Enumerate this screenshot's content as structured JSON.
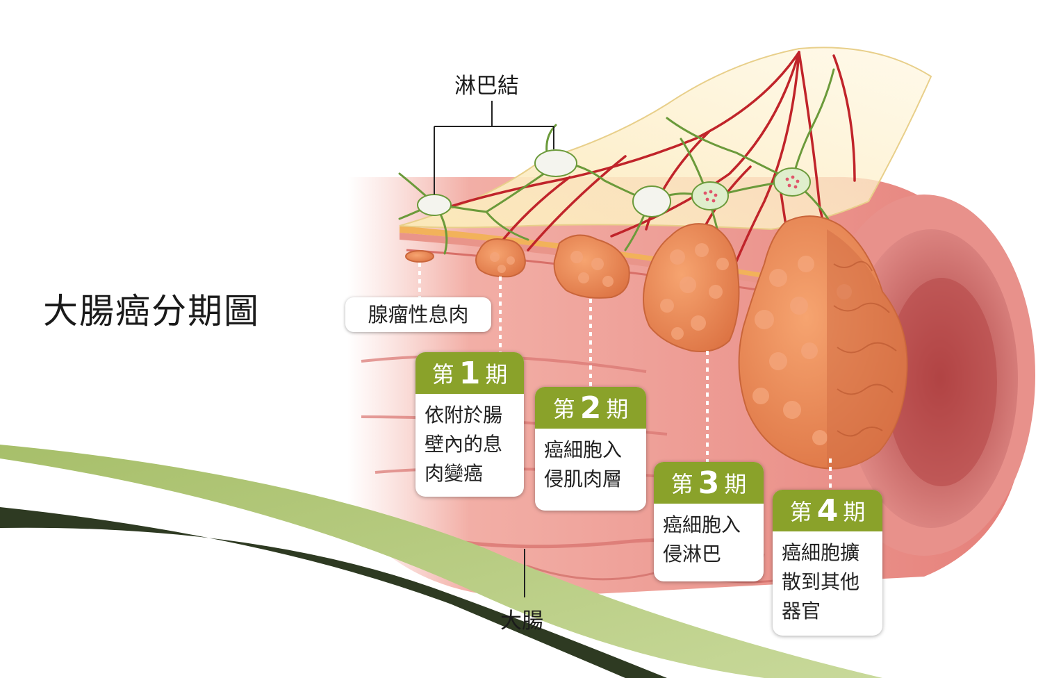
{
  "title": "大腸癌分期圖",
  "labels": {
    "lymph_node": "淋巴結",
    "polyp": "腺瘤性息肉",
    "colon": "大腸"
  },
  "stages": [
    {
      "prefix": "第",
      "number": "1",
      "suffix": "期",
      "lines": [
        "依附於腸",
        "壁內的息",
        "肉變癌"
      ]
    },
    {
      "prefix": "第",
      "number": "2",
      "suffix": "期",
      "lines": [
        "癌細胞入",
        "侵肌肉層"
      ]
    },
    {
      "prefix": "第",
      "number": "3",
      "suffix": "期",
      "lines": [
        "癌細胞入",
        "侵淋巴"
      ]
    },
    {
      "prefix": "第",
      "number": "4",
      "suffix": "期",
      "lines": [
        "癌細胞擴",
        "散到其他",
        "器官"
      ]
    }
  ],
  "colors": {
    "stage_header": "#8aa22a",
    "swoosh_light": "#b8cc82",
    "swoosh_dark": "#2e3a22",
    "tissue": "#e98c86",
    "tumor": "#e8804d",
    "vessel": "#c0242a",
    "lymph_vessel": "#6b9a3a"
  }
}
